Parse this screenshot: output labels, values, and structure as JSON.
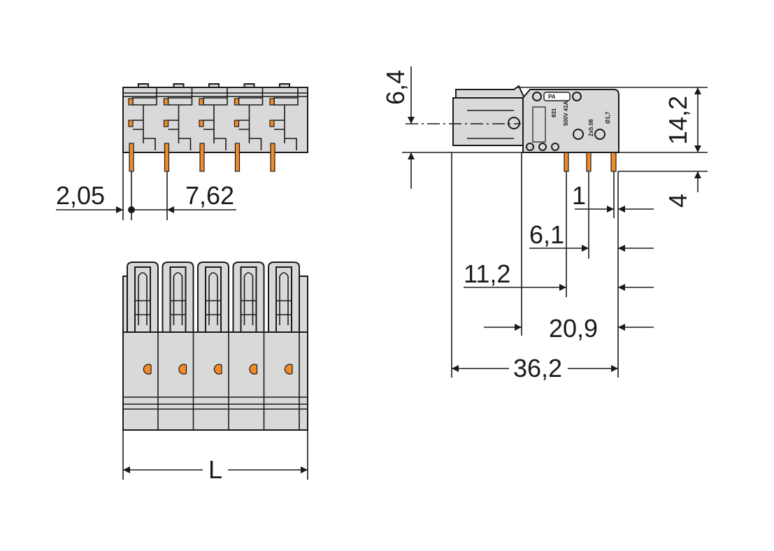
{
  "dimensions": {
    "offset_2_05": "2,05",
    "pitch_7_62": "7,62",
    "length_L": "L",
    "height_6_4": "6,4",
    "height_14_2": "14,2",
    "pin_4": "4",
    "d_1": "1",
    "d_6_1": "6,1",
    "d_11_2": "11,2",
    "d_20_9": "20,9",
    "d_36_2": "36,2"
  },
  "part_marking": {
    "material": "PA",
    "code": "831",
    "rating": "500V 41A",
    "pitch": "2x5.08",
    "hole": "Ø1,7"
  },
  "colors": {
    "housing": "#d9d9d9",
    "contact": "#f28c28",
    "line": "#1a1a1a"
  }
}
